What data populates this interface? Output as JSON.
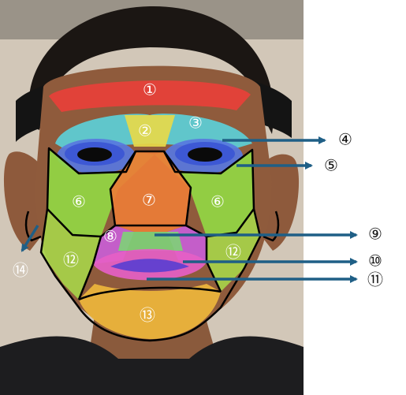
{
  "regions": [
    {
      "id": "forehead",
      "label": "①",
      "color": "#e8403a"
    },
    {
      "id": "glabella",
      "label": "②",
      "color": "#e7d94a"
    },
    {
      "id": "upper-eye",
      "label": "③",
      "color": "#5ccfd8"
    },
    {
      "id": "eyelid",
      "label": "④",
      "color": "#3b56d4"
    },
    {
      "id": "lower-eye",
      "label": "⑤",
      "color": "#5877e0"
    },
    {
      "id": "cheek",
      "label": "⑥",
      "color": "#93d744"
    },
    {
      "id": "nose",
      "label": "⑦",
      "color": "#ec7d37"
    },
    {
      "id": "nasolabial",
      "label": "⑧",
      "color": "#c95ed6"
    },
    {
      "id": "upper-lip-area",
      "label": "⑨",
      "color": "#7fd078"
    },
    {
      "id": "lips",
      "label": "⑩",
      "color": "#e560c5"
    },
    {
      "id": "lip-line",
      "label": "⑪",
      "color": "#5b3fd0"
    },
    {
      "id": "jaw",
      "label": "⑫",
      "color": "#a7d34a"
    },
    {
      "id": "chin",
      "label": "⑬",
      "color": "#eeb63c"
    },
    {
      "id": "ear",
      "label": "⑭",
      "color": "#ffffff"
    }
  ],
  "arrow_color": "#1f5f86"
}
